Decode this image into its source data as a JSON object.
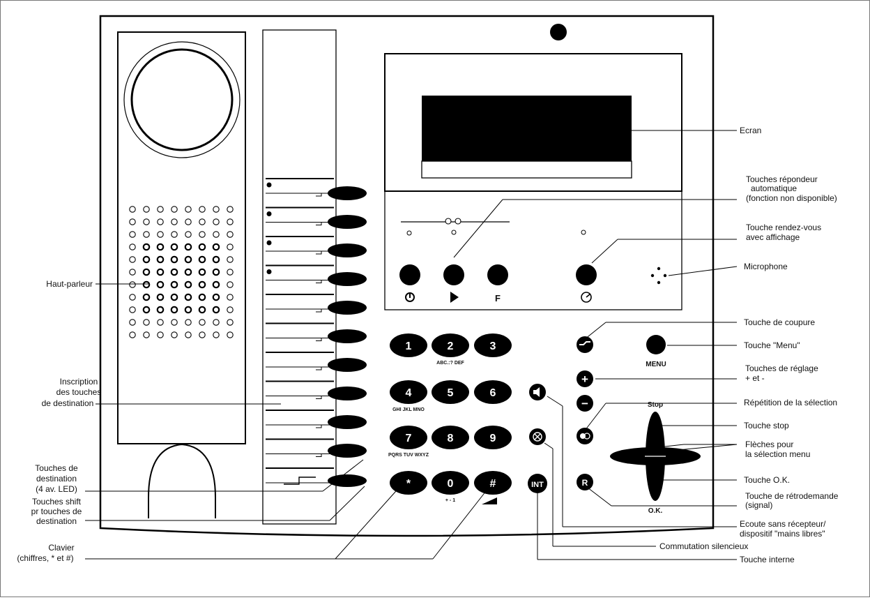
{
  "labels": {
    "ecran": "Ecran",
    "repondeur": [
      "Touches répondeur",
      "automatique",
      "(fonction non disponible)"
    ],
    "rdv": [
      "Touche rendez-vous",
      "avec affichage"
    ],
    "microphone": "Microphone",
    "coupure": "Touche de coupure",
    "menu_touche": "Touche \"Menu\"",
    "reglage": [
      "Touches de réglage",
      "+ et -"
    ],
    "repetition": "Répétition de la sélection",
    "stop": "Touche stop",
    "fleches": [
      "Flèches pour",
      "la sélection menu"
    ],
    "ok": "Touche O.K.",
    "retrodemande": [
      "Touche de rétrodemande",
      "(signal)"
    ],
    "ecoute": [
      "Ecoute sans récepteur/",
      "dispositif \"mains libres\""
    ],
    "commutation": "Commutation silencieux",
    "interne": "Touche interne",
    "haut_parleur": "Haut-parleur",
    "inscription": [
      "Inscription",
      "des touches",
      "de destination"
    ],
    "destination": [
      "Touches de",
      "destination",
      "(4 av. LED)"
    ],
    "shift": [
      "Touches shift",
      "pr touches de",
      "destination"
    ],
    "clavier": [
      "Clavier",
      "(chiffres, * et #)"
    ]
  },
  "keypad": {
    "keys": [
      "1",
      "2",
      "3",
      "4",
      "5",
      "6",
      "7",
      "8",
      "9",
      "*",
      "0",
      "#"
    ],
    "sub": [
      "",
      "ABC.:? DEF",
      "",
      "GHI JKL MNO",
      "",
      "",
      "PQRS TUV WXYZ",
      "",
      "",
      "",
      "+ - 1",
      ""
    ]
  },
  "device": {
    "menu_label": "MENU",
    "stop_label": "Stop",
    "ok_label": "O.K.",
    "f_key": "F",
    "r_key": "R",
    "int_key": "INT",
    "plus": "+",
    "minus": "−"
  }
}
